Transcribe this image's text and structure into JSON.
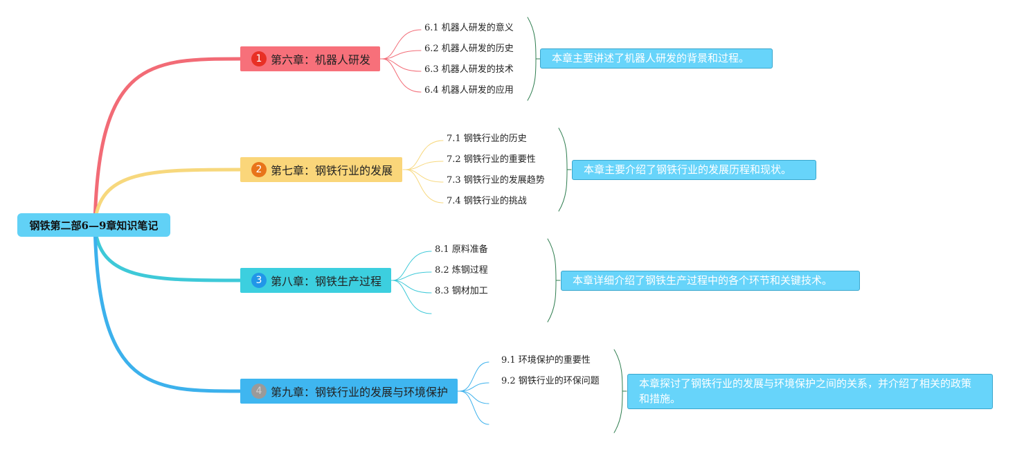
{
  "root": {
    "label": "钢铁第二部6—9章知识笔记",
    "color": "#61d1f6"
  },
  "chapters": [
    {
      "num": "1",
      "title": "第六章：机器人研发",
      "fill": "#f7707a",
      "badge": "#e83025",
      "branch": "#f26b76",
      "subs": [
        "6.1 机器人研发的意义",
        "6.2 机器人研发的历史",
        "6.3 机器人研发的技术",
        "6.4 机器人研发的应用"
      ],
      "summary": "本章主要讲述了机器人研发的背景和过程。"
    },
    {
      "num": "2",
      "title": "第七章：钢铁行业的发展",
      "fill": "#fad67a",
      "badge": "#e8741a",
      "branch": "#f7d87d",
      "subs": [
        "7.1 钢铁行业的历史",
        "7.2 钢铁行业的重要性",
        "7.3 钢铁行业的发展趋势",
        "7.4 钢铁行业的挑战"
      ],
      "summary": "本章主要介绍了钢铁行业的发展历程和现状。"
    },
    {
      "num": "3",
      "title": "第八章：钢铁生产过程",
      "fill": "#3ccfdf",
      "badge": "#2196e8",
      "branch": "#3ec9d8",
      "subs": [
        "8.1 原料准备",
        "8.2 炼钢过程",
        "8.3 钢材加工"
      ],
      "summary": "本章详细介绍了钢铁生产过程中的各个环节和关键技术。"
    },
    {
      "num": "4",
      "title": "第九章：钢铁行业的发展与环境保护",
      "fill": "#3fb6f0",
      "badge": "#9a9a9a",
      "branch": "#3cb1ec",
      "subs": [
        "9.1 环境保护的重要性",
        "9.2 钢铁行业的环保问题"
      ],
      "summary": "本章探讨了钢铁行业的发展与环境保护之间的关系，并介绍了相关的政策和措施。"
    }
  ],
  "icons": {
    "bracket": "bracket-icon",
    "connector": "connector-line"
  },
  "colors": {
    "bracket": "#2e7d4f",
    "summary_fill": "#67d4fa",
    "summary_border": "#3aa6cc"
  }
}
